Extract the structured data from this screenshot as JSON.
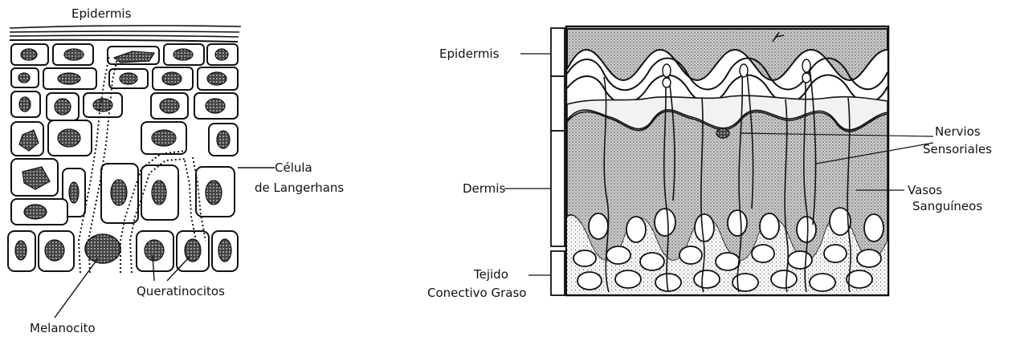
{
  "left_diagram": {
    "labels": {
      "epidermis": "Epidermis",
      "langerhans_line1": "Célula",
      "langerhans_line2": "de  Langerhans",
      "queratinocitos": "Queratinocitos",
      "melanocito": "Melanocito"
    }
  },
  "right_diagram": {
    "labels": {
      "epidermis": "Epidermis",
      "dermis": "Dermis",
      "tejido_line1": "Tejido",
      "tejido_line2": "Conectivo Graso",
      "nervios_line1": "Nervios",
      "nervios_line2": "Sensoriales",
      "vasos_line1": "Vasos",
      "vasos_line2": "Sanguíneos"
    }
  },
  "colors": {
    "ink": "#111111",
    "stipple": "#9a9a9a",
    "background": "#ffffff"
  }
}
